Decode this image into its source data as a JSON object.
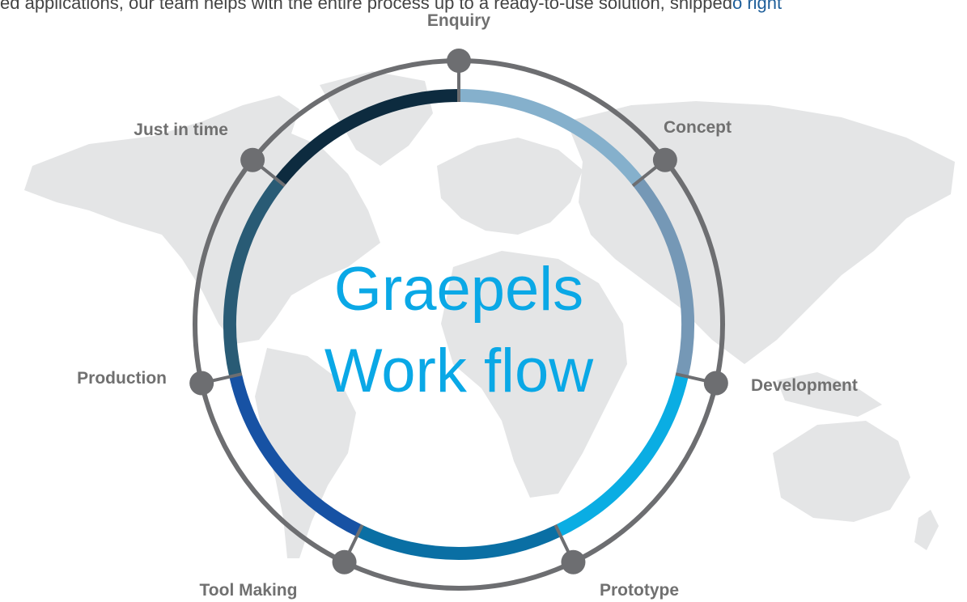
{
  "header": {
    "text": "ed applications, our team helps with the entire process up to a ready-to-use solution, shipped",
    "link": "o right"
  },
  "diagram": {
    "center_title_line1": "Graepels",
    "center_title_line2": "Work flow",
    "steps": [
      {
        "label": "Enquiry",
        "color": "#85b0cc"
      },
      {
        "label": "Concept",
        "color": "#7598b6"
      },
      {
        "label": "Development",
        "color": "#0aade3"
      },
      {
        "label": "Prototype",
        "color": "#0a6fa4"
      },
      {
        "label": "Tool Making",
        "color": "#1752a4"
      },
      {
        "label": "Production",
        "color": "#295b75"
      },
      {
        "label": "Just in time",
        "color": "#0d2b3f"
      }
    ],
    "colors": {
      "outer_ring": "#6d6e71",
      "node": "#6d6e71",
      "center_title": "#0aa8e6",
      "map": "#e4e5e6",
      "label": "#707070"
    }
  }
}
